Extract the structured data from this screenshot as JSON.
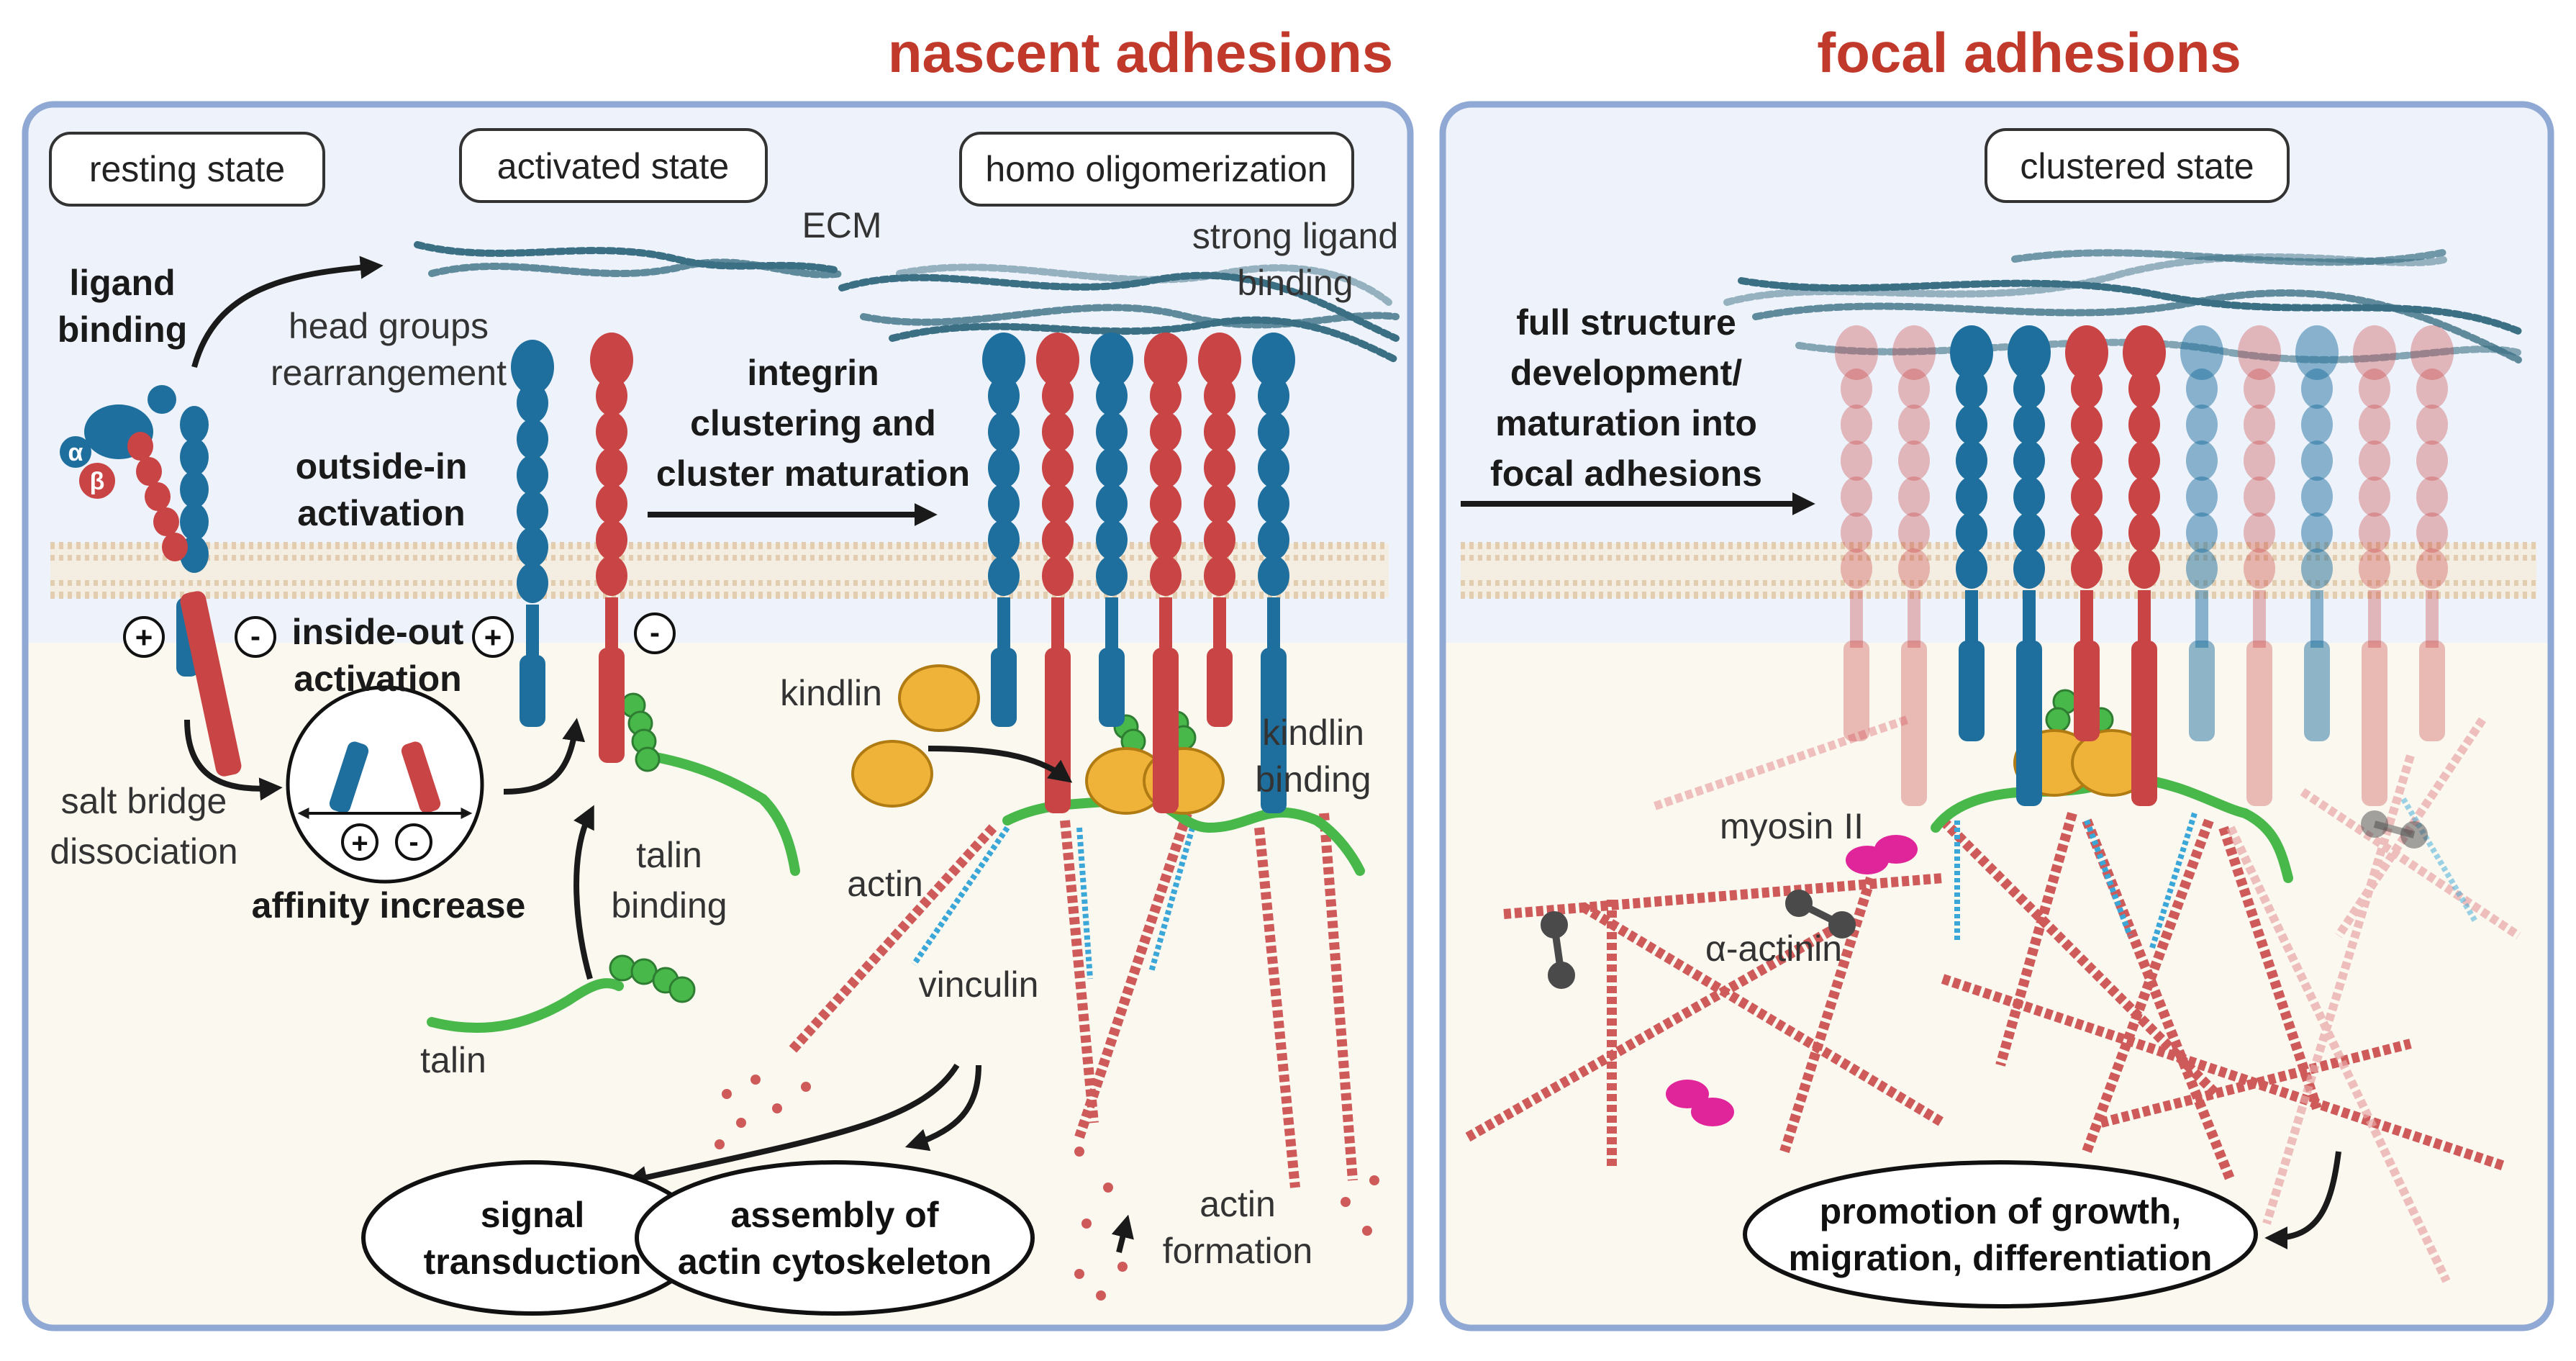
{
  "colors": {
    "title_red": "#c0392b",
    "panel_border": "#8fa8d4",
    "panel_top": "#eef3fb",
    "panel_bottom": "#fbf8f0",
    "integrin_alpha": "#1f6f9e",
    "integrin_beta": "#c94444",
    "talin": "#49b84a",
    "kindlin": "#f0b33a",
    "actin": "#cf5a5a",
    "vinculin": "#3aa7d8",
    "myosin": "#e0249a",
    "actinin": "#4a4a4a",
    "ecm": "#3b6f84"
  },
  "panels": {
    "nascent": {
      "title": "nascent adhesions",
      "states": [
        "resting state",
        "activated state",
        "homo oligomerization"
      ]
    },
    "focal": {
      "title": "focal adhesions",
      "states": [
        "clustered state"
      ]
    }
  },
  "labels": {
    "ligand_binding": [
      "ligand",
      "binding"
    ],
    "alpha": "α",
    "beta": "β",
    "head_groups": [
      "head groups",
      "rearrangement"
    ],
    "ecm": "ECM",
    "strong_ligand": [
      "strong ligand",
      "binding"
    ],
    "integrin_clustering": [
      "integrin",
      "clustering and",
      "cluster maturation"
    ],
    "outside_in": [
      "outside-in",
      "activation"
    ],
    "inside_out": [
      "inside-out",
      "activation"
    ],
    "salt_bridge": [
      "salt bridge",
      "dissociation"
    ],
    "affinity_increase": "affinity increase",
    "plus": "+",
    "minus": "-",
    "talin_binding": [
      "talin",
      "binding"
    ],
    "talin": "talin",
    "kindlin": "kindlin",
    "kindlin_binding": [
      "kindlin",
      "binding"
    ],
    "actin": "actin",
    "vinculin": "vinculin",
    "actin_formation": [
      "actin",
      "formation"
    ],
    "full_structure": [
      "full structure",
      "development/",
      "maturation into",
      "focal adhesions"
    ],
    "myosin": "myosin II",
    "actinin": "α-actinin"
  },
  "ovals": {
    "signal": [
      "signal",
      "transduction"
    ],
    "assembly": [
      "assembly of",
      "actin cytoskeleton"
    ],
    "promotion": [
      "promotion of growth,",
      "migration, differentiation"
    ]
  }
}
